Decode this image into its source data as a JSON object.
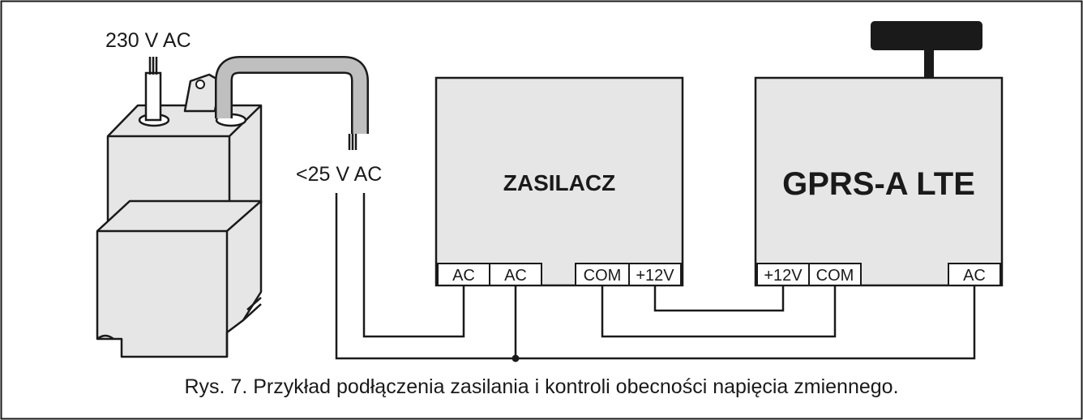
{
  "labels": {
    "input_voltage": "230 V AC",
    "output_voltage": "<25 V AC"
  },
  "power_supply": {
    "title": "ZASILACZ",
    "terminals": [
      "AC",
      "AC",
      "COM",
      "+12V"
    ]
  },
  "gprs_module": {
    "title": "GPRS-A LTE",
    "terminals": [
      "+12V",
      "COM",
      "AC"
    ]
  },
  "caption": "Rys. 7. Przykład podłączenia zasilania i kontroli obecności napięcia zmiennego."
}
